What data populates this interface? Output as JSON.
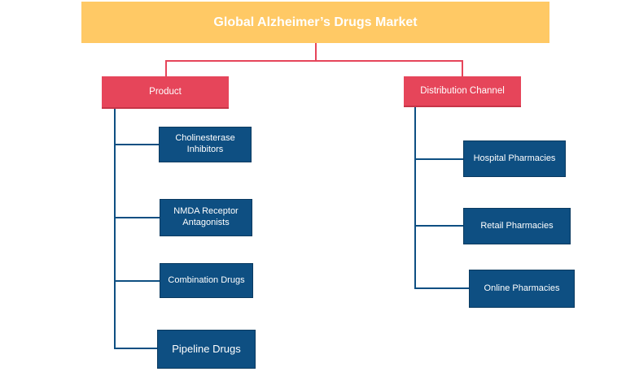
{
  "title": "Global Alzheimer’s Drugs Market",
  "branches": [
    {
      "label": "Product",
      "items": [
        "Cholinesterase Inhibitors",
        "NMDA Receptor Antagonists",
        "Combination Drugs",
        "Pipeline Drugs"
      ]
    },
    {
      "label": "Distribution Channel",
      "items": [
        "Hospital Pharmacies",
        "Retail Pharmacies",
        "Online Pharmacies"
      ]
    }
  ],
  "colors": {
    "title_bg": "#FFC965",
    "category_bg": "#E6455A",
    "leaf_bg": "#0E4F82",
    "connector_top": "#E6455A",
    "connector_leaf": "#0E4F82"
  }
}
